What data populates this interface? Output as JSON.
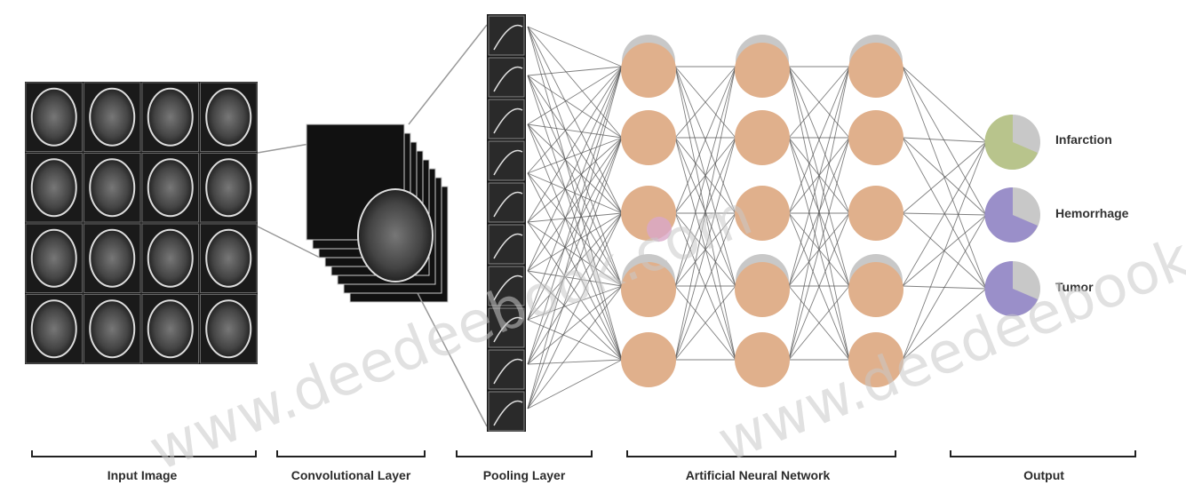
{
  "stages": [
    {
      "key": "input",
      "label": "Input Image"
    },
    {
      "key": "conv",
      "label": "Convolutional Layer"
    },
    {
      "key": "pool",
      "label": "Pooling Layer"
    },
    {
      "key": "ann",
      "label": "Artificial Neural Network"
    },
    {
      "key": "output",
      "label": "Output"
    }
  ],
  "outputs": [
    {
      "label": "Infarction",
      "color": "#b8c48c"
    },
    {
      "label": "Hemorrhage",
      "color": "#9a8fc9"
    },
    {
      "label": "Tumor",
      "color": "#9a8fc9"
    }
  ],
  "hidden_layers": 3,
  "neurons_per_layer": 5,
  "colors": {
    "neuron": "#e0b08c",
    "neuron_gray": "#c8c8c8",
    "connection": "#555555",
    "panel": "#1a1a1a"
  },
  "watermark": "www.deedeebook.com"
}
